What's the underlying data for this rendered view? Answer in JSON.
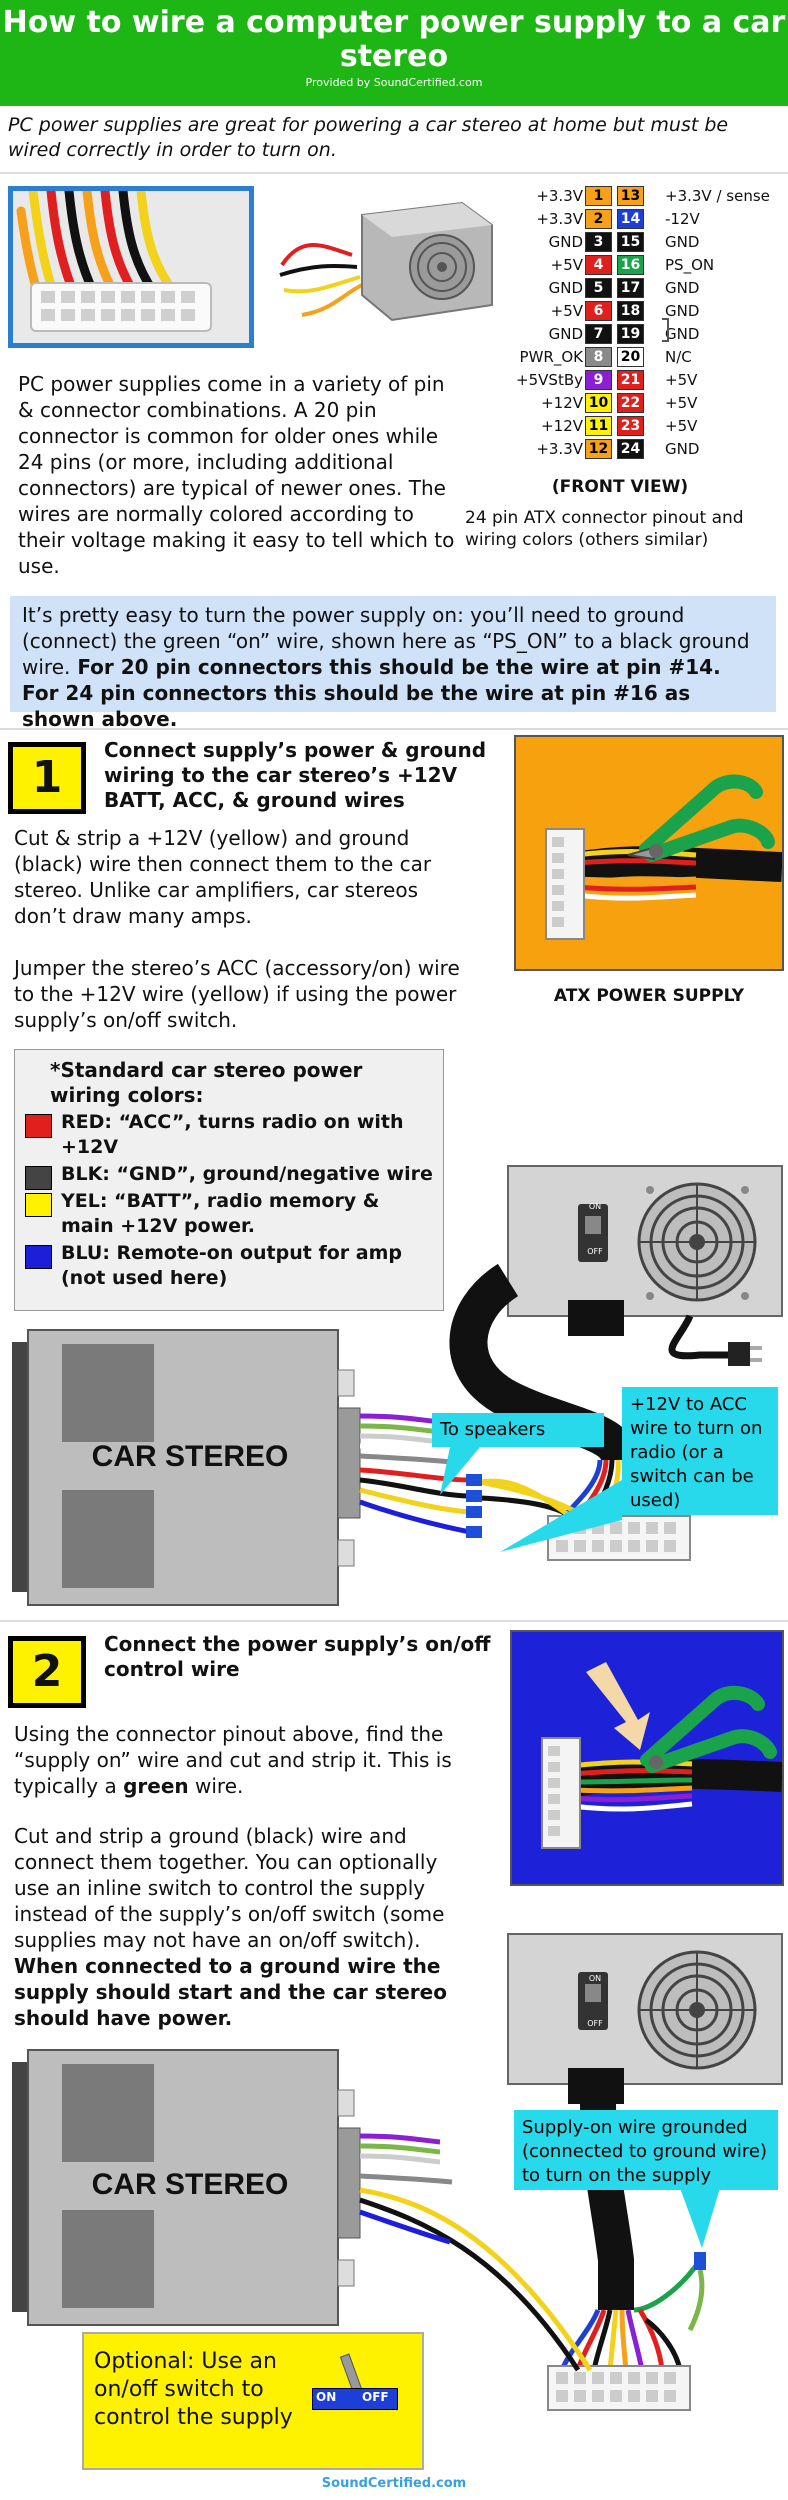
{
  "header": {
    "title": "How to wire a computer power supply to a car stereo",
    "credit": "Provided by SoundCertified.com"
  },
  "intro": "PC power supplies are great for powering a car stereo at home but must be wired correctly in order to turn on.",
  "pinout": {
    "rows": [
      {
        "left_label": "+3.3V",
        "left_pin": "1",
        "left_color": "#f7a11a",
        "left_text": "#000",
        "right_pin": "13",
        "right_color": "#f7a11a",
        "right_text": "#000",
        "right_label": "+3.3V / sense"
      },
      {
        "left_label": "+3.3V",
        "left_pin": "2",
        "left_color": "#f7a11a",
        "left_text": "#000",
        "right_pin": "14",
        "right_color": "#1d3fd8",
        "right_text": "#fff",
        "right_label": "-12V"
      },
      {
        "left_label": "GND",
        "left_pin": "3",
        "left_color": "#111111",
        "left_text": "#fff",
        "right_pin": "15",
        "right_color": "#111111",
        "right_text": "#fff",
        "right_label": "GND"
      },
      {
        "left_label": "+5V",
        "left_pin": "4",
        "left_color": "#e0201d",
        "left_text": "#fff",
        "right_pin": "16",
        "right_color": "#1aa34a",
        "right_text": "#fff",
        "right_label": "PS_ON"
      },
      {
        "left_label": "GND",
        "left_pin": "5",
        "left_color": "#111111",
        "left_text": "#fff",
        "right_pin": "17",
        "right_color": "#111111",
        "right_text": "#fff",
        "right_label": "GND"
      },
      {
        "left_label": "+5V",
        "left_pin": "6",
        "left_color": "#e0201d",
        "left_text": "#fff",
        "right_pin": "18",
        "right_color": "#111111",
        "right_text": "#fff",
        "right_label": "GND"
      },
      {
        "left_label": "GND",
        "left_pin": "7",
        "left_color": "#111111",
        "left_text": "#fff",
        "right_pin": "19",
        "right_color": "#111111",
        "right_text": "#fff",
        "right_label": "GND"
      },
      {
        "left_label": "PWR_OK",
        "left_pin": "8",
        "left_color": "#8a8a8a",
        "left_text": "#fff",
        "right_pin": "20",
        "right_color": "#ffffff",
        "right_text": "#000",
        "right_label": "N/C"
      },
      {
        "left_label": "+5VStBy",
        "left_pin": "9",
        "left_color": "#8b1fd4",
        "left_text": "#fff",
        "right_pin": "21",
        "right_color": "#e0201d",
        "right_text": "#fff",
        "right_label": "+5V"
      },
      {
        "left_label": "+12V",
        "left_pin": "10",
        "left_color": "#fff200",
        "left_text": "#000",
        "right_pin": "22",
        "right_color": "#e0201d",
        "right_text": "#fff",
        "right_label": "+5V"
      },
      {
        "left_label": "+12V",
        "left_pin": "11",
        "left_color": "#fff200",
        "left_text": "#000",
        "right_pin": "23",
        "right_color": "#e0201d",
        "right_text": "#fff",
        "right_label": "+5V"
      },
      {
        "left_label": "+3.3V",
        "left_pin": "12",
        "left_color": "#f7a11a",
        "left_text": "#000",
        "right_pin": "24",
        "right_color": "#111111",
        "right_text": "#fff",
        "right_label": "GND"
      }
    ],
    "front_view": "(FRONT VIEW)",
    "caption": "24 pin ATX connector pinout and wiring colors (others similar)"
  },
  "description": "PC power supplies come in a variety of pin & connector combinations. A 20 pin connector is common for older ones while 24 pins (or more, including additional connectors) are typical of newer ones. The wires are normally colored according to their voltage making it easy to tell which to use.",
  "callout": {
    "normal": "It’s pretty easy to turn the power supply on: you’ll need to ground (connect) the green “on” wire, shown here as “PS_ON” to a black ground wire.",
    "bold": " For 20 pin connectors this should be the wire at pin #14. For 24 pin connectors this should be the wire at pin #16 as shown above."
  },
  "step1": {
    "number": "1",
    "heading": "Connect supply’s power & ground wiring to the car stereo’s +12V BATT, ACC, & ground wires",
    "para1": "Cut & strip a +12V (yellow) and ground (black) wire then connect them to the car stereo. Unlike car amplifiers, car stereos don’t draw many amps.",
    "para2": "Jumper the stereo’s ACC (accessory/on) wire to the +12V wire (yellow) if using the power supply’s on/off switch.",
    "image_caption": "ATX POWER SUPPLY",
    "legend": {
      "title": "*Standard car stereo power wiring colors:",
      "items": [
        {
          "color": "#e0201d",
          "text": "RED: “ACC”, turns radio on with +12V"
        },
        {
          "color": "#444444",
          "text": "BLK: “GND”, ground/negative wire"
        },
        {
          "color": "#fff200",
          "text": "YEL: “BATT”, radio memory & main +12V power."
        },
        {
          "color": "#1d1fd8",
          "text": "BLU: Remote-on output for amp (not used here)"
        }
      ]
    },
    "stereo_label": "CAR STEREO",
    "speakers_note": "To speakers",
    "acc_note": "+12V to ACC wire to turn on radio (or a switch can be used)",
    "on_label": "ON",
    "off_label": "OFF"
  },
  "step2": {
    "number": "2",
    "heading": "Connect the power supply’s on/off control  wire",
    "para1_a": "Using the connector pinout above, find the “supply on” wire and cut and strip it. This is typically a ",
    "para1_b": "green",
    "para1_c": " wire.",
    "para2_a": "Cut and strip a ground (black) wire and connect them together. You can optionally use an inline switch to control the supply instead of the supply’s on/off switch (some supplies may not have an on/off switch). ",
    "para2_b": "When connected to a ground wire the supply should start and the car stereo should have power.",
    "stereo_label": "CAR STEREO",
    "ground_note": "Supply-on wire grounded (connected to ground wire) to turn on the supply",
    "optional_note": "Optional: Use an on/off switch to control the supply",
    "switch_on": "ON",
    "switch_off": "OFF",
    "on_label": "ON",
    "off_label": "OFF"
  },
  "footer": "SoundCertified.com"
}
